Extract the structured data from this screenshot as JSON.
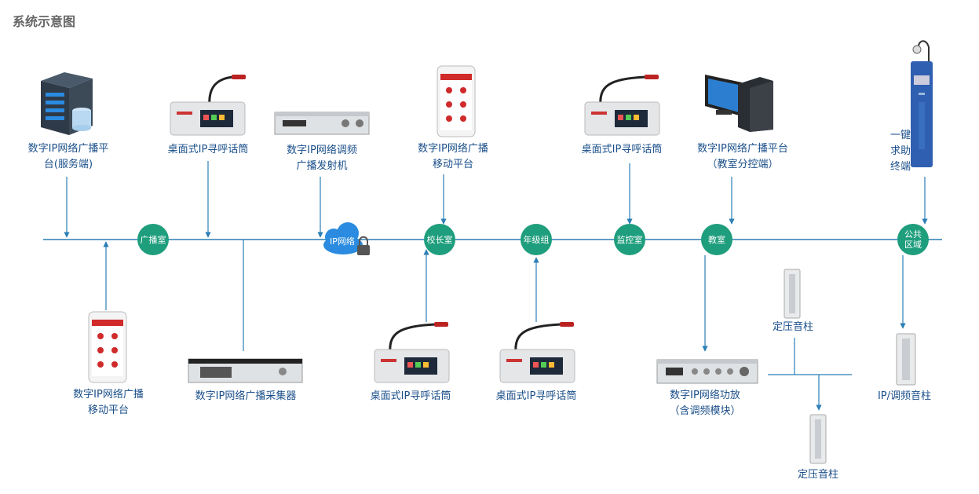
{
  "title": "系统示意图",
  "nodes": {
    "guangbo": "广播室",
    "xiaozhang": "校长室",
    "nianji": "年级组",
    "jiankong": "监控室",
    "jiaoshi": "教室",
    "gonggong_l1": "公共",
    "gonggong_l2": "区域"
  },
  "cloud": "IP网络",
  "devices": {
    "server_l1": "数字IP网络广播平",
    "server_l2": "台(服务端)",
    "desk1": "桌面式IP寻呼话筒",
    "tuner_l1": "数字IP网络调频",
    "tuner_l2": "广播发射机",
    "mobile_top_l1": "数字IP网络广播",
    "mobile_top_l2": "移动平台",
    "desk2": "桌面式IP寻呼话筒",
    "classroom_l1": "数字IP网络广播平台",
    "classroom_l2": "（教室分控端）",
    "help_l1": "一键",
    "help_l2": "求助",
    "help_l3": "终端",
    "mobile_bot_l1": "数字IP网络广播",
    "mobile_bot_l2": "移动平台",
    "collector": "数字IP网络广播采集器",
    "desk3": "桌面式IP寻呼话筒",
    "desk4": "桌面式IP寻呼话筒",
    "amp_l1": "数字IP网络功放",
    "amp_l2": "（含调频模块）",
    "column1": "定压音柱",
    "column2": "定压音柱",
    "ipcolumn": "IP/调频音柱"
  },
  "colors": {
    "node": "#1f9e7d",
    "line": "#2b7fb6",
    "text": "#1a4f8a"
  }
}
